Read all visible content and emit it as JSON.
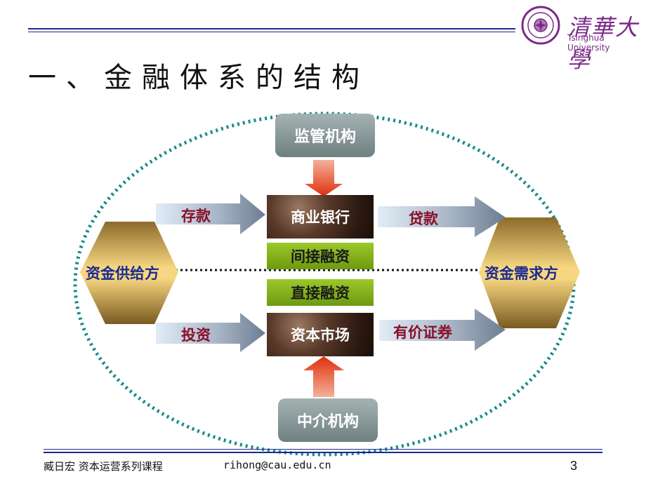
{
  "slide": {
    "title": "一、金融体系的结构",
    "page_number": "3"
  },
  "logo": {
    "name": "清華大學",
    "subtitle": "Tsinghua University"
  },
  "footer": {
    "author_course": "臧日宏 资本运营系列课程",
    "email": "rihong@cau.edu.cn"
  },
  "diagram": {
    "regulator": "监管机构",
    "intermediary": "中介机构",
    "bank": "商业银行",
    "indirect": "间接融资",
    "direct": "直接融资",
    "capital_market": "资本市场",
    "supplier": "资金供给方",
    "demander": "资金需求方",
    "deposit": "存款",
    "loan": "贷款",
    "invest": "投资",
    "securities": "有价证券"
  },
  "colors": {
    "rule_line": "#1f2a8a",
    "ellipse_dots": "#1a8a8a",
    "label_red": "#8b0f2a",
    "label_blue": "#1a2a90",
    "accent_green": "#86b41e"
  }
}
